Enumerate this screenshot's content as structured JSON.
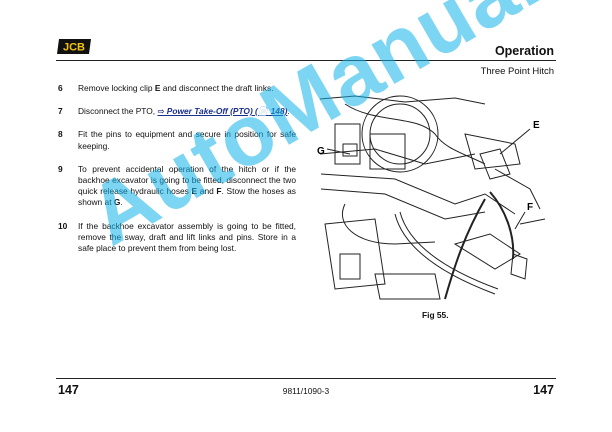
{
  "header": {
    "logo_text": "JCB",
    "section": "Operation",
    "subsection": "Three Point Hitch"
  },
  "steps": [
    {
      "num": "6",
      "parts": [
        {
          "t": "Remove locking clip "
        },
        {
          "t": "E",
          "b": true
        },
        {
          "t": " and disconnect the draft links."
        }
      ]
    },
    {
      "num": "7",
      "parts": [
        {
          "t": "Disconnect the PTO, "
        },
        {
          "t": "⇨ Power Take-Off (PTO) (",
          "link": true
        },
        {
          "t": "📄",
          "link": true
        },
        {
          "t": " 148)",
          "link": true
        },
        {
          "t": "."
        }
      ]
    },
    {
      "num": "8",
      "parts": [
        {
          "t": "Fit the pins to equipment and secure in position for safe keeping."
        }
      ]
    },
    {
      "num": "9",
      "parts": [
        {
          "t": "To prevent accidental operation of the hitch or if the backhoe excavator is going to be fitted, disconnect the two quick release hydraulic hoses "
        },
        {
          "t": "E",
          "b": true
        },
        {
          "t": " and "
        },
        {
          "t": "F",
          "b": true
        },
        {
          "t": ". Stow the hoses as shown at "
        },
        {
          "t": "G",
          "b": true
        },
        {
          "t": "."
        }
      ]
    },
    {
      "num": "10",
      "parts": [
        {
          "t": "If the backhoe excavator assembly is going to be fitted, remove the sway, draft and lift links and pins. Store in a safe place to prevent them from being lost."
        }
      ]
    }
  ],
  "figure": {
    "caption": "Fig 55.",
    "callouts": {
      "e": "E",
      "f": "F",
      "g": "G"
    }
  },
  "footer": {
    "page_left": "147",
    "doc_number": "9811/1090-3",
    "page_right": "147"
  },
  "watermark": "AutoManual",
  "colors": {
    "link": "#1b2f8f",
    "watermark": "#12b3e8"
  }
}
